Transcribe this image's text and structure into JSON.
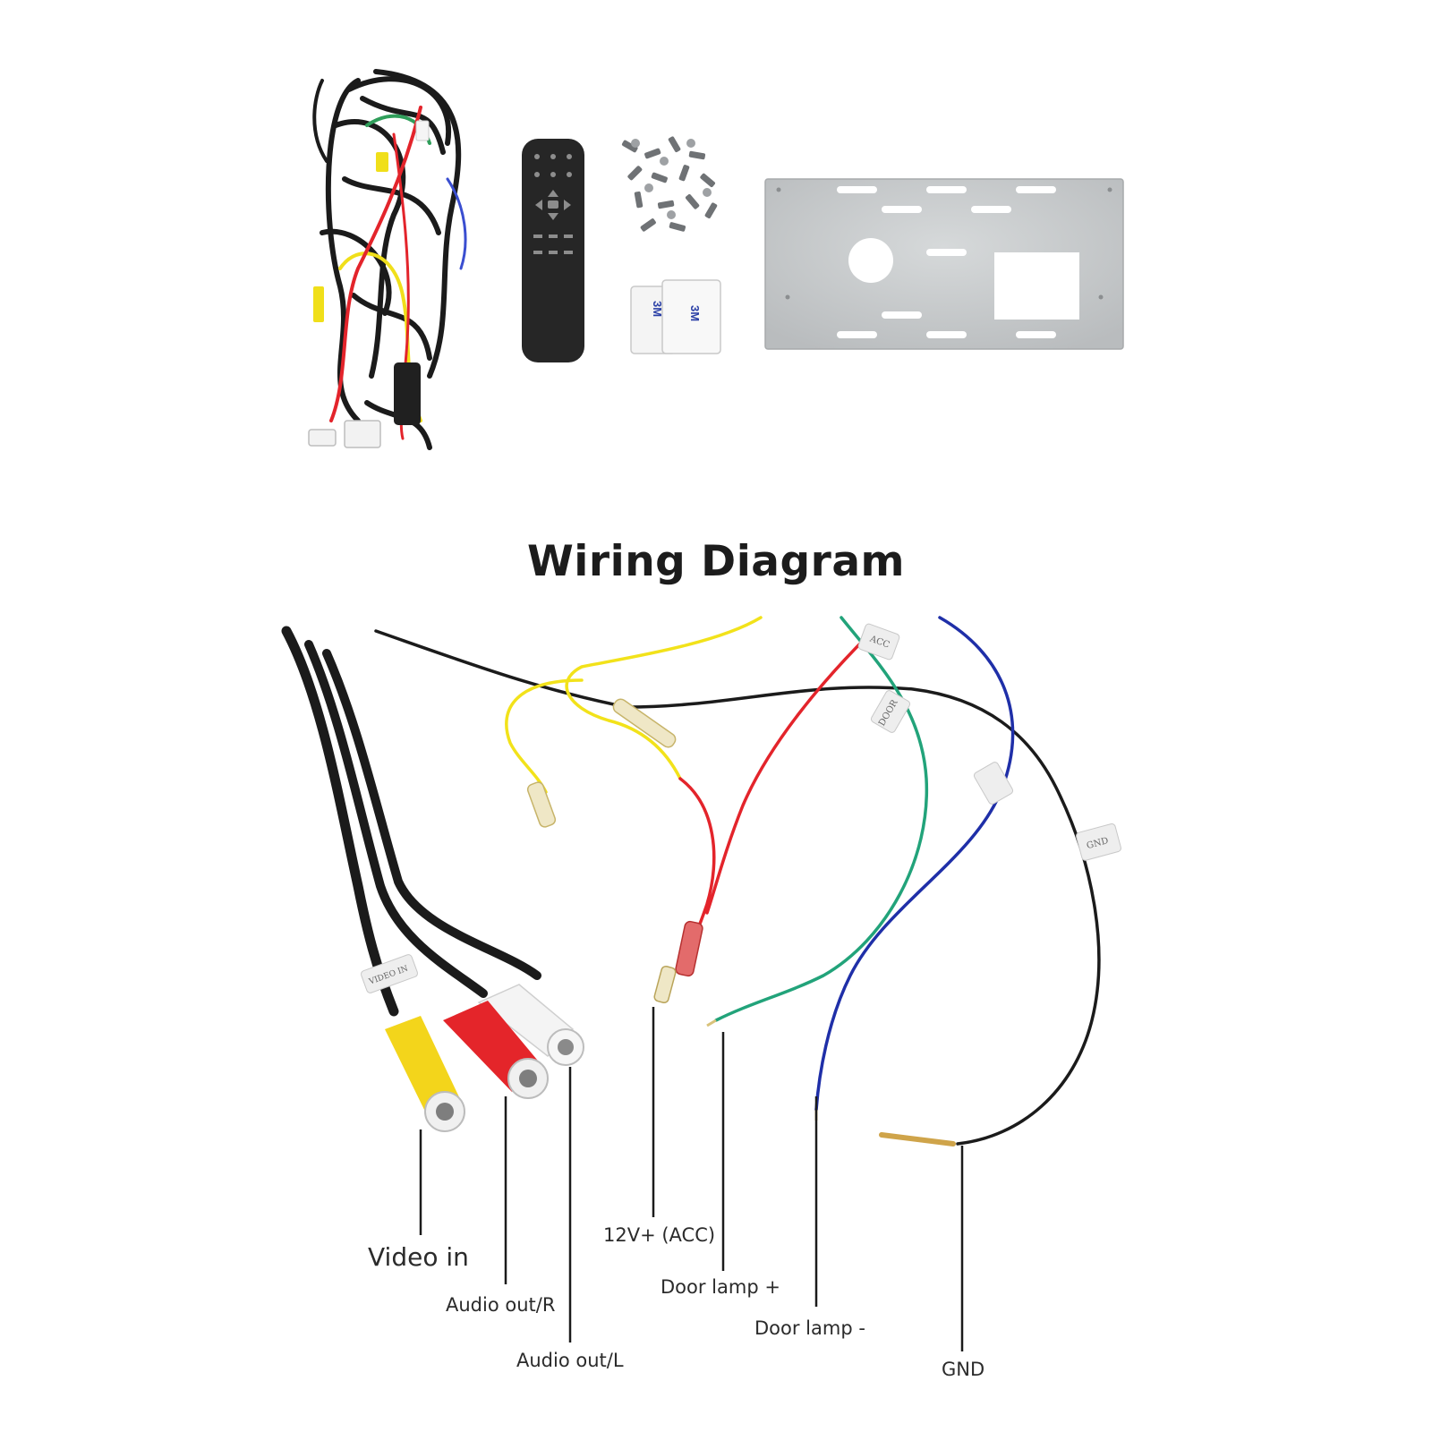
{
  "diagram": {
    "title": "Wiring Diagram",
    "labels": {
      "video_in": "Video in",
      "audio_out_r": "Audio out/R",
      "audio_out_l": "Audio out/L",
      "acc": "12V+ (ACC)",
      "door_lamp_plus": "Door lamp +",
      "door_lamp_minus": "Door lamp -",
      "gnd": "GND"
    },
    "wire_tags": {
      "video": "VIDEO IN",
      "acc": "ACC",
      "door": "DOOR",
      "ground": "GND"
    },
    "accessories": {
      "tape_brand": "3M"
    }
  },
  "colors": {
    "black_wire": "#1b1b1b",
    "yellow_wire": "#f2e21a",
    "red_wire": "#e3242b",
    "green_wire": "#22a37a",
    "blue_wire": "#1f2fa8",
    "rca_yellow": "#f3d51b",
    "rca_red": "#e4252a",
    "rca_white": "#f4f4f4",
    "plate": "#c9cccd",
    "remote": "#262626"
  }
}
